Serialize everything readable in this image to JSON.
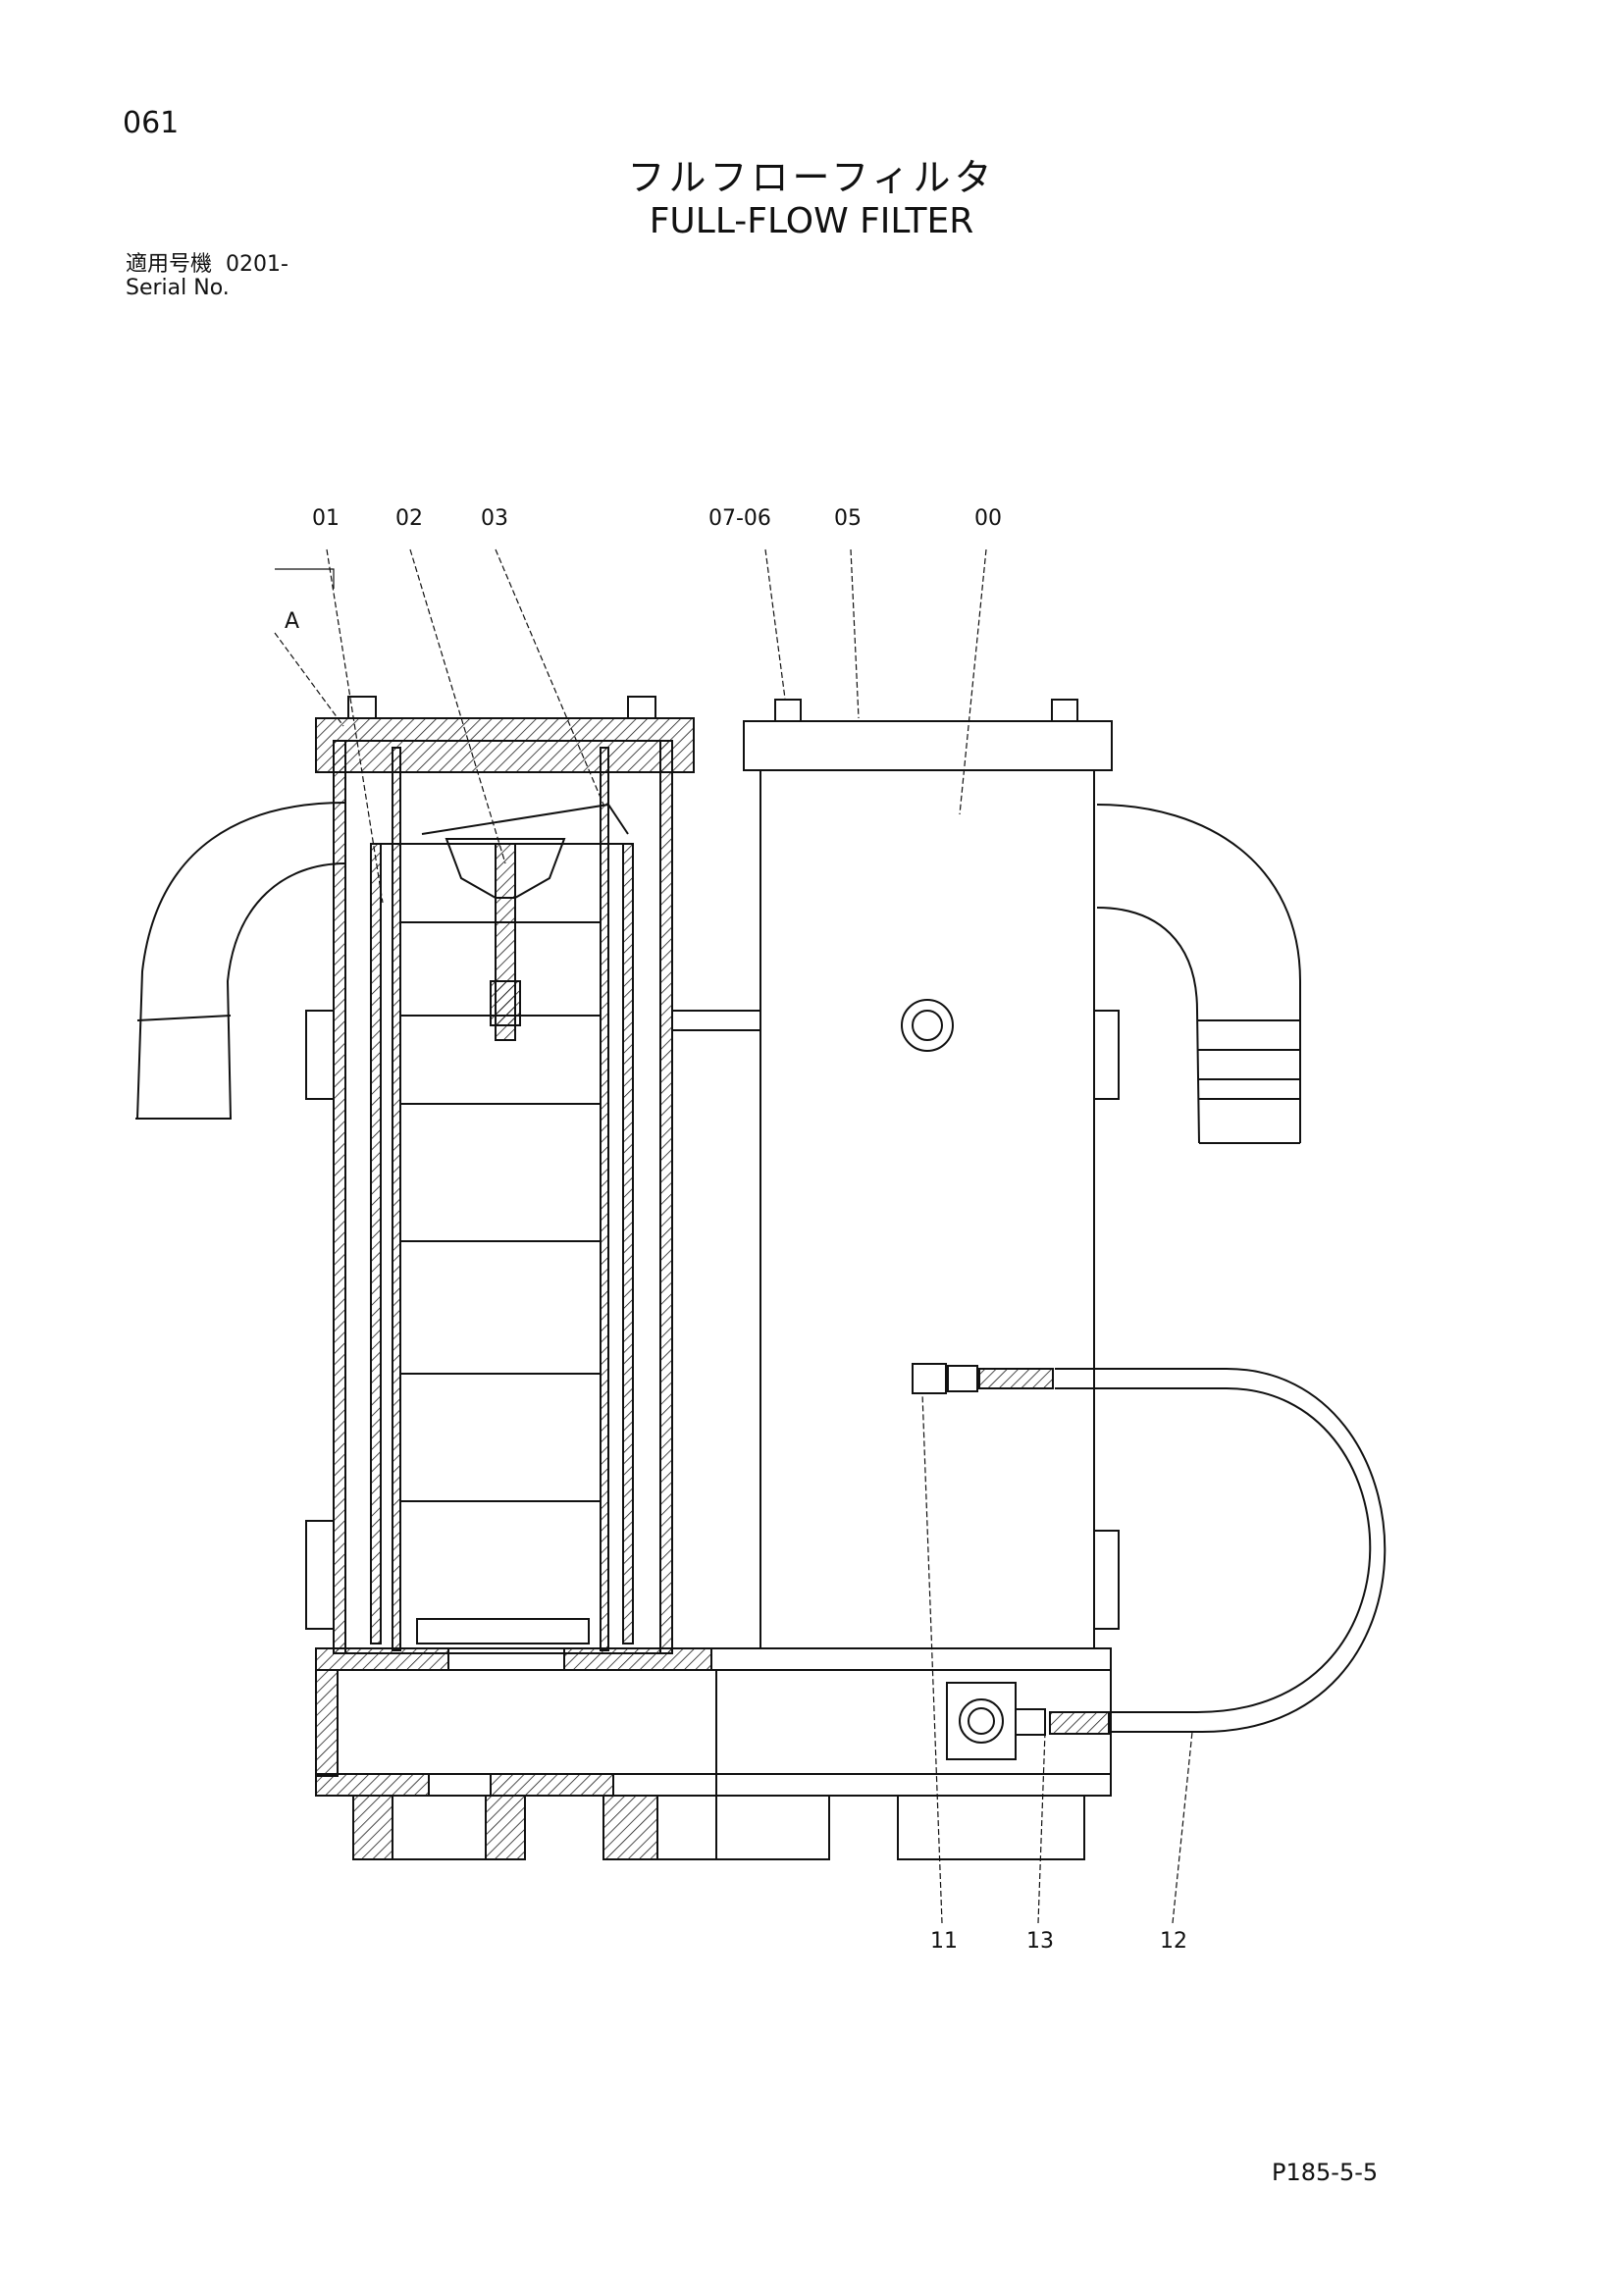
{
  "header": {
    "page_number": "061",
    "title_jp": "フルフローフィルタ",
    "title_en": "FULL-FLOW FILTER",
    "serial_label_jp": "適用号機",
    "serial_value": "0201-",
    "serial_label_en": "Serial No."
  },
  "callouts": {
    "c01": "01",
    "c02": "02",
    "c03": "03",
    "c0706": "07-06",
    "c05": "05",
    "c00": "00",
    "cA": "A",
    "c11": "11",
    "c13": "13",
    "c12": "12"
  },
  "footer": {
    "page_code": "P185-5-5"
  },
  "colors": {
    "line": "#111111",
    "paper": "#ffffff"
  }
}
